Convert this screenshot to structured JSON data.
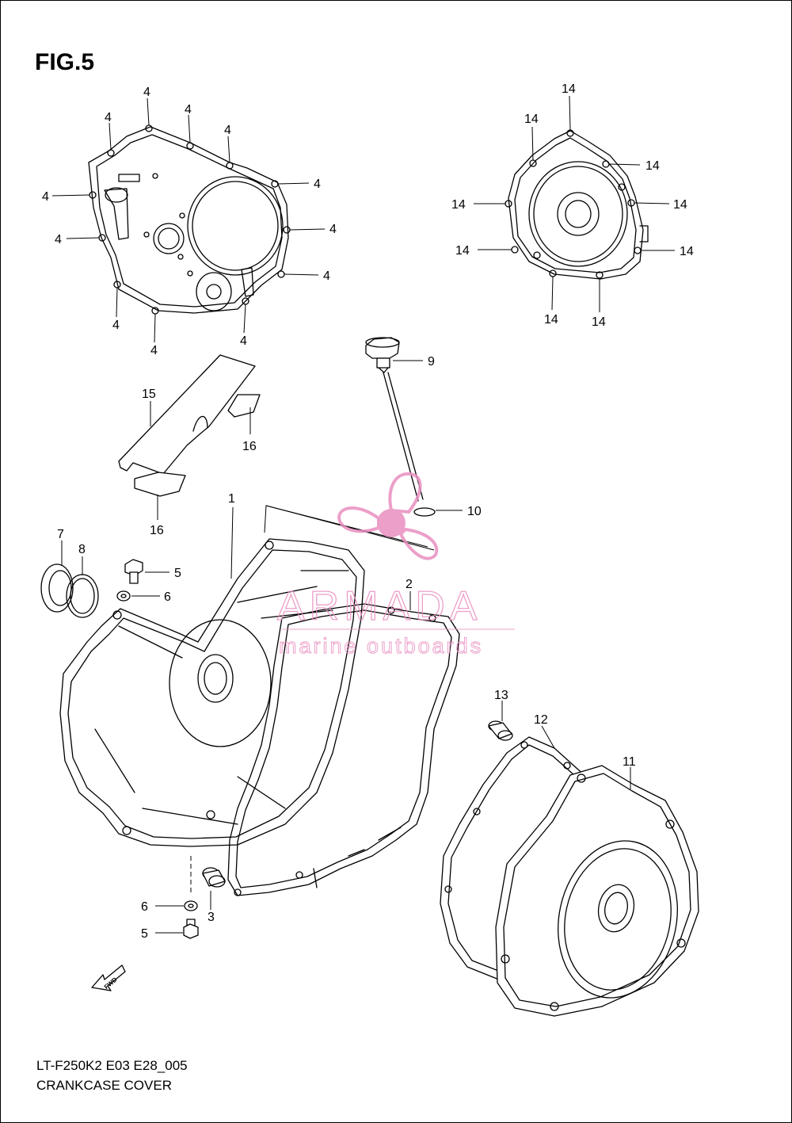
{
  "figure": {
    "title": "FIG.5",
    "code": "LT-F250K2 E03 E28_005",
    "caption": "CRANKCASE COVER"
  },
  "callouts": {
    "c1": "1",
    "c2": "2",
    "c3": "3",
    "c4": "4",
    "c5": "5",
    "c6": "6",
    "c7": "7",
    "c8": "8",
    "c9": "9",
    "c10": "10",
    "c11": "11",
    "c12": "12",
    "c13": "13",
    "c14": "14",
    "c15": "15",
    "c16": "16"
  },
  "direction_marker": "FWD",
  "watermark": {
    "brand": "ARMADA",
    "tagline": "marine outboards",
    "color": "#e98fc0"
  },
  "colors": {
    "line": "#000000",
    "background": "#ffffff"
  }
}
